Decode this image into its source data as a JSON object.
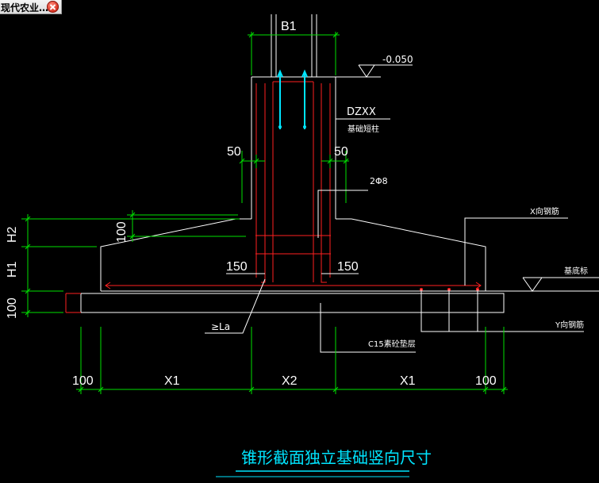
{
  "tab": {
    "title": "现代农业…"
  },
  "labels": {
    "b1": "B1",
    "elevation": "-0.050",
    "column_id": "DZXX",
    "column_note": "基础短柱",
    "cover_left": "50",
    "cover_right": "50",
    "stirrup": "2Φ8",
    "x_rebar": "X向钢筋",
    "h2": "H2",
    "h1": "H1",
    "h100_slope": "100",
    "base_100": "100",
    "left_150": "150",
    "right_150": "150",
    "foundation_top": "基底标",
    "y_rebar": "Y向钢筋",
    "anchorage": "≥La",
    "cushion": "C15素砼垫层",
    "dims": [
      "100",
      "X1",
      "X2",
      "X1",
      "100"
    ],
    "title": "锥形截面独立基础竖向尺寸"
  },
  "colors": {
    "background": "#000000",
    "outline": "#ffffff",
    "dimension": "#00e000",
    "rebar": "#ff2020",
    "dowel": "#00e5ff",
    "title": "#00e5ff"
  }
}
